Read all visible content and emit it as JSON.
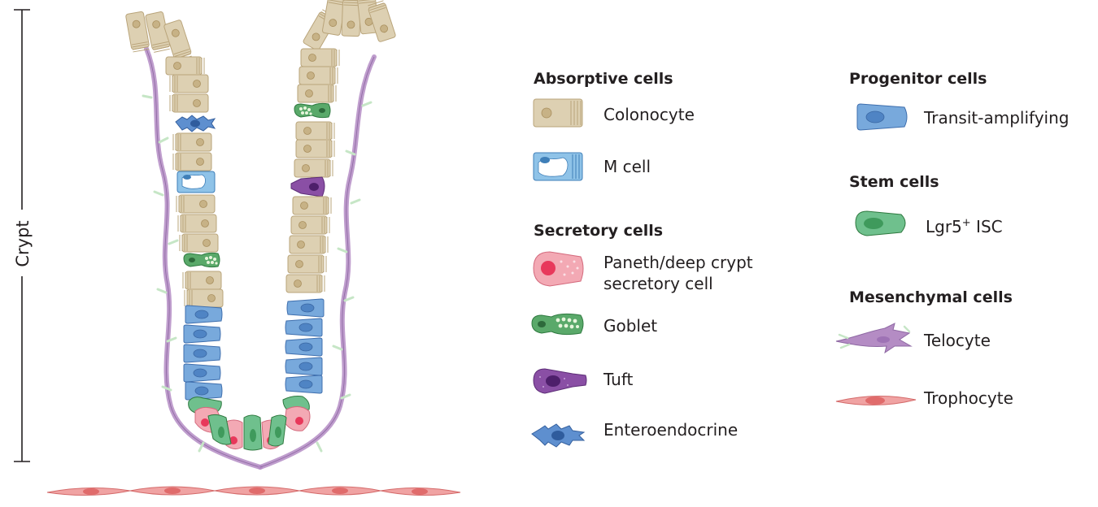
{
  "axis_label": "Crypt",
  "colors": {
    "colonocyte_fill": "#ddd0b2",
    "colonocyte_nucleus": "#c7b286",
    "transit_amplifying": "#78a9dc",
    "stem_cell": "#6fc08d",
    "paneth": "#f3a9b4",
    "goblet": "#5aa96a",
    "tuft": "#8a4fa5",
    "enteroendocrine": "#5e8fcf",
    "telocyte": "#b48cc4",
    "trophocyte": "#f0a3a3"
  },
  "legend": {
    "absorptive": {
      "heading": "Absorptive cells",
      "items": [
        {
          "label": "Colonocyte",
          "icon": "colonocyte-icon"
        },
        {
          "label": "M cell",
          "icon": "m-cell-icon"
        }
      ]
    },
    "secretory": {
      "heading": "Secretory cells",
      "items": [
        {
          "label_line1": "Paneth/deep crypt",
          "label_line2": "secretory cell",
          "icon": "paneth-cell-icon"
        },
        {
          "label": "Goblet",
          "icon": "goblet-cell-icon"
        },
        {
          "label": "Tuft",
          "icon": "tuft-cell-icon"
        },
        {
          "label": "Enteroendocrine",
          "icon": "enteroendocrine-cell-icon"
        }
      ]
    },
    "progenitor": {
      "heading": "Progenitor cells",
      "items": [
        {
          "label": "Transit-amplifying",
          "icon": "transit-amplifying-cell-icon"
        }
      ]
    },
    "stem": {
      "heading": "Stem cells",
      "items": [
        {
          "label_main": "Lgr5",
          "label_sup": "+",
          "label_tail": " ISC",
          "icon": "lgr5-isc-icon"
        }
      ]
    },
    "mesenchymal": {
      "heading": "Mesenchymal cells",
      "items": [
        {
          "label": "Telocyte",
          "icon": "telocyte-icon"
        },
        {
          "label": "Trophocyte",
          "icon": "trophocyte-icon"
        }
      ]
    }
  }
}
